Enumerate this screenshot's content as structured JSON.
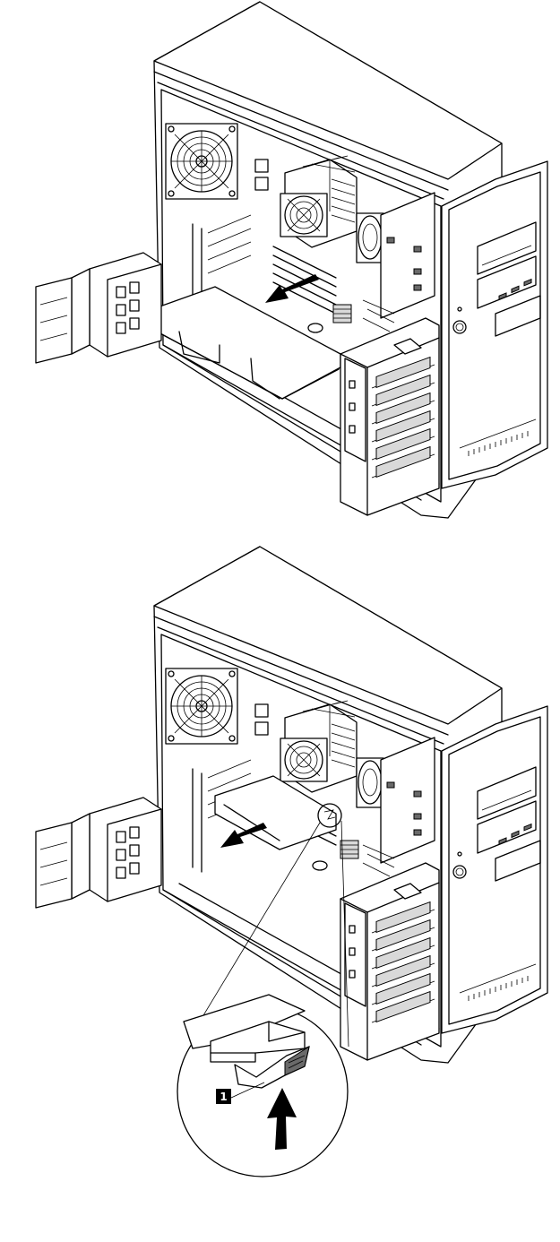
{
  "figure": {
    "panels": [
      {
        "name": "step-1-illustration"
      },
      {
        "name": "step-2-illustration"
      }
    ],
    "callout": {
      "label": "1"
    }
  },
  "colors": {
    "line": "#000000",
    "fill": "#ffffff",
    "shade": "#d9d9d9",
    "dark": "#6a6a6a"
  }
}
